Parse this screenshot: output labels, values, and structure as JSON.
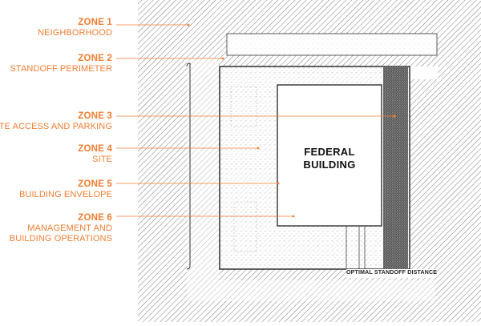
{
  "zones": [
    {
      "title": "ZONE 1",
      "desc": [
        "NEIGHBORHOOD"
      ]
    },
    {
      "title": "ZONE 2",
      "desc": [
        "STANDOFF PERIMETER"
      ]
    },
    {
      "title": "ZONE 3",
      "desc": [
        "SITE ACCESS AND PARKING"
      ]
    },
    {
      "title": "ZONE 4",
      "desc": [
        "SITE"
      ]
    },
    {
      "title": "ZONE 5",
      "desc": [
        "BUILDING ENVELOPE"
      ]
    },
    {
      "title": "ZONE 6",
      "desc": [
        "MANAGEMENT AND",
        "BUILDING OPERATIONS"
      ]
    }
  ],
  "building": {
    "line1": "FEDERAL",
    "line2": "BUILDING"
  },
  "standoff_label": "OPTIMAL STANDOFF DISTANCE",
  "colors": {
    "accent": "#f07e32",
    "line": "#333333",
    "hatch": "#555555"
  }
}
